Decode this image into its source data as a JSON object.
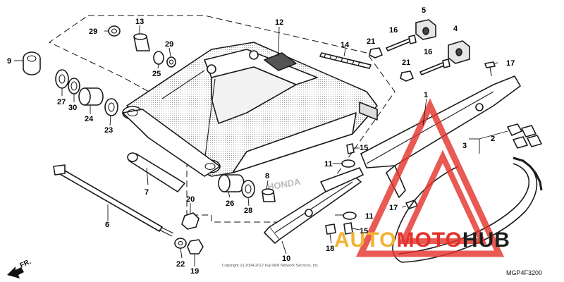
{
  "callouts": [
    {
      "id": "c1",
      "text": "1"
    },
    {
      "id": "c2",
      "text": "2"
    },
    {
      "id": "c3",
      "text": "3"
    },
    {
      "id": "c4",
      "text": "4"
    },
    {
      "id": "c5",
      "text": "5"
    },
    {
      "id": "c6",
      "text": "6"
    },
    {
      "id": "c7",
      "text": "7"
    },
    {
      "id": "c8",
      "text": "8"
    },
    {
      "id": "c9",
      "text": "9"
    },
    {
      "id": "c10",
      "text": "10"
    },
    {
      "id": "c11a",
      "text": "11"
    },
    {
      "id": "c11b",
      "text": "11"
    },
    {
      "id": "c12",
      "text": "12"
    },
    {
      "id": "c13",
      "text": "13"
    },
    {
      "id": "c14",
      "text": "14"
    },
    {
      "id": "c15a",
      "text": "15"
    },
    {
      "id": "c15b",
      "text": "15"
    },
    {
      "id": "c16a",
      "text": "16"
    },
    {
      "id": "c16b",
      "text": "16"
    },
    {
      "id": "c17a",
      "text": "17"
    },
    {
      "id": "c17b",
      "text": "17"
    },
    {
      "id": "c18",
      "text": "18"
    },
    {
      "id": "c19",
      "text": "19"
    },
    {
      "id": "c20",
      "text": "20"
    },
    {
      "id": "c21a",
      "text": "21"
    },
    {
      "id": "c21b",
      "text": "21"
    },
    {
      "id": "c22",
      "text": "22"
    },
    {
      "id": "c23",
      "text": "23"
    },
    {
      "id": "c24",
      "text": "24"
    },
    {
      "id": "c25",
      "text": "25"
    },
    {
      "id": "c26",
      "text": "26"
    },
    {
      "id": "c27",
      "text": "27"
    },
    {
      "id": "c28",
      "text": "28"
    },
    {
      "id": "c29a",
      "text": "29"
    },
    {
      "id": "c29b",
      "text": "29"
    },
    {
      "id": "c30",
      "text": "30"
    }
  ],
  "diagram_code": "MGP4F3200",
  "copyright": "Copyright (c) 2004-2017 Fuji RMI Network Services, Inc.",
  "front_arrow_label": "FR.",
  "watermark": {
    "text_part1": "AUTO",
    "text_part2": "MOTO",
    "text_part3": "HUB",
    "color_primary": "#e4312b",
    "color_secondary": "#f3b233",
    "color_dark": "#1d1d1b"
  },
  "frame_mark": "HONDA"
}
